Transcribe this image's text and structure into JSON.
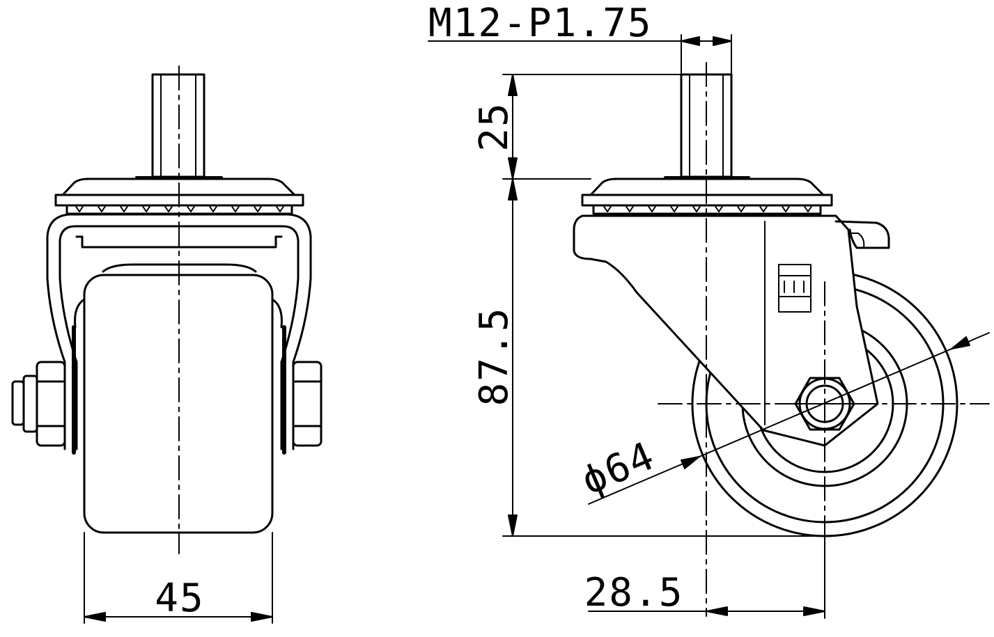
{
  "drawing": {
    "thread_spec": "M12-P1.75",
    "stem_length": "25",
    "overall_height": "87.5",
    "wheel_diameter": "ϕ64",
    "wheel_width": "45",
    "swivel_offset": "28.5"
  },
  "colors": {
    "line": "#000000",
    "background": "#ffffff"
  }
}
